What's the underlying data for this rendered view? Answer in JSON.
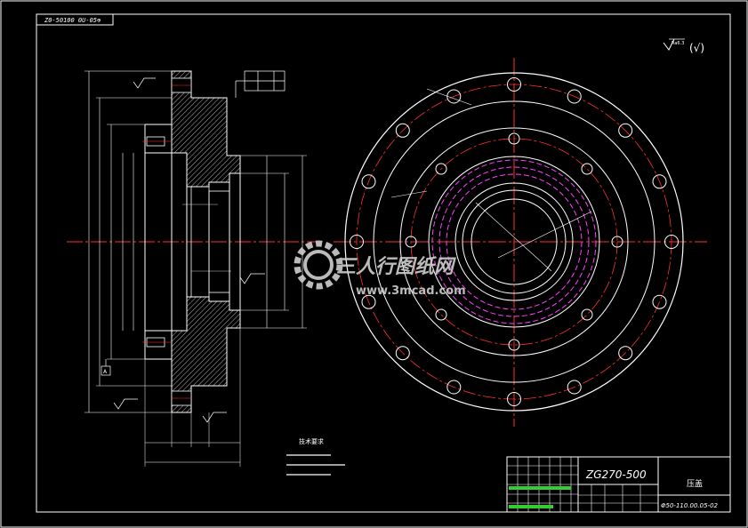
{
  "title_block": {
    "drawing_number_corner": "Z0-50100 0U-05⊕",
    "material": "ZG270-500",
    "part_name": "压盖",
    "drawing_code": "Φ50-110.00.05-02"
  },
  "surface_finish": {
    "general": "Ra6.3",
    "other": "(√)"
  },
  "notes": {
    "heading": "技术要求"
  },
  "watermark": {
    "brand": "三人行图纸网",
    "url": "www.3mcad.com"
  },
  "datum": {
    "label": "A"
  },
  "colors": {
    "background": "#000000",
    "outline": "#ffffff",
    "center_line": "#ff3030",
    "hidden_line": "#ff40ff",
    "hatch": "#ffffff",
    "cyan": "#00ffff",
    "text": "#ffffff"
  }
}
